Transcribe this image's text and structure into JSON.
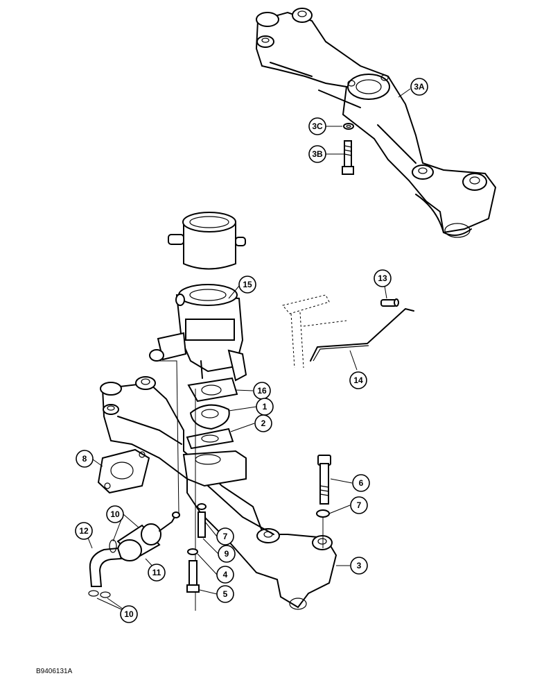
{
  "diagram": {
    "reference_code": "B9406131A",
    "callouts": [
      {
        "id": "c-3A",
        "label": "3A"
      },
      {
        "id": "c-3C",
        "label": "3C"
      },
      {
        "id": "c-3B",
        "label": "3B"
      },
      {
        "id": "c-13",
        "label": "13"
      },
      {
        "id": "c-15",
        "label": "15"
      },
      {
        "id": "c-14",
        "label": "14"
      },
      {
        "id": "c-16",
        "label": "16"
      },
      {
        "id": "c-1",
        "label": "1"
      },
      {
        "id": "c-2",
        "label": "2"
      },
      {
        "id": "c-8",
        "label": "8"
      },
      {
        "id": "c-6",
        "label": "6"
      },
      {
        "id": "c-7a",
        "label": "7"
      },
      {
        "id": "c-10a",
        "label": "10"
      },
      {
        "id": "c-12",
        "label": "12"
      },
      {
        "id": "c-7b",
        "label": "7"
      },
      {
        "id": "c-9",
        "label": "9"
      },
      {
        "id": "c-3",
        "label": "3"
      },
      {
        "id": "c-11",
        "label": "11"
      },
      {
        "id": "c-4",
        "label": "4"
      },
      {
        "id": "c-5",
        "label": "5"
      },
      {
        "id": "c-10b",
        "label": "10"
      }
    ]
  }
}
